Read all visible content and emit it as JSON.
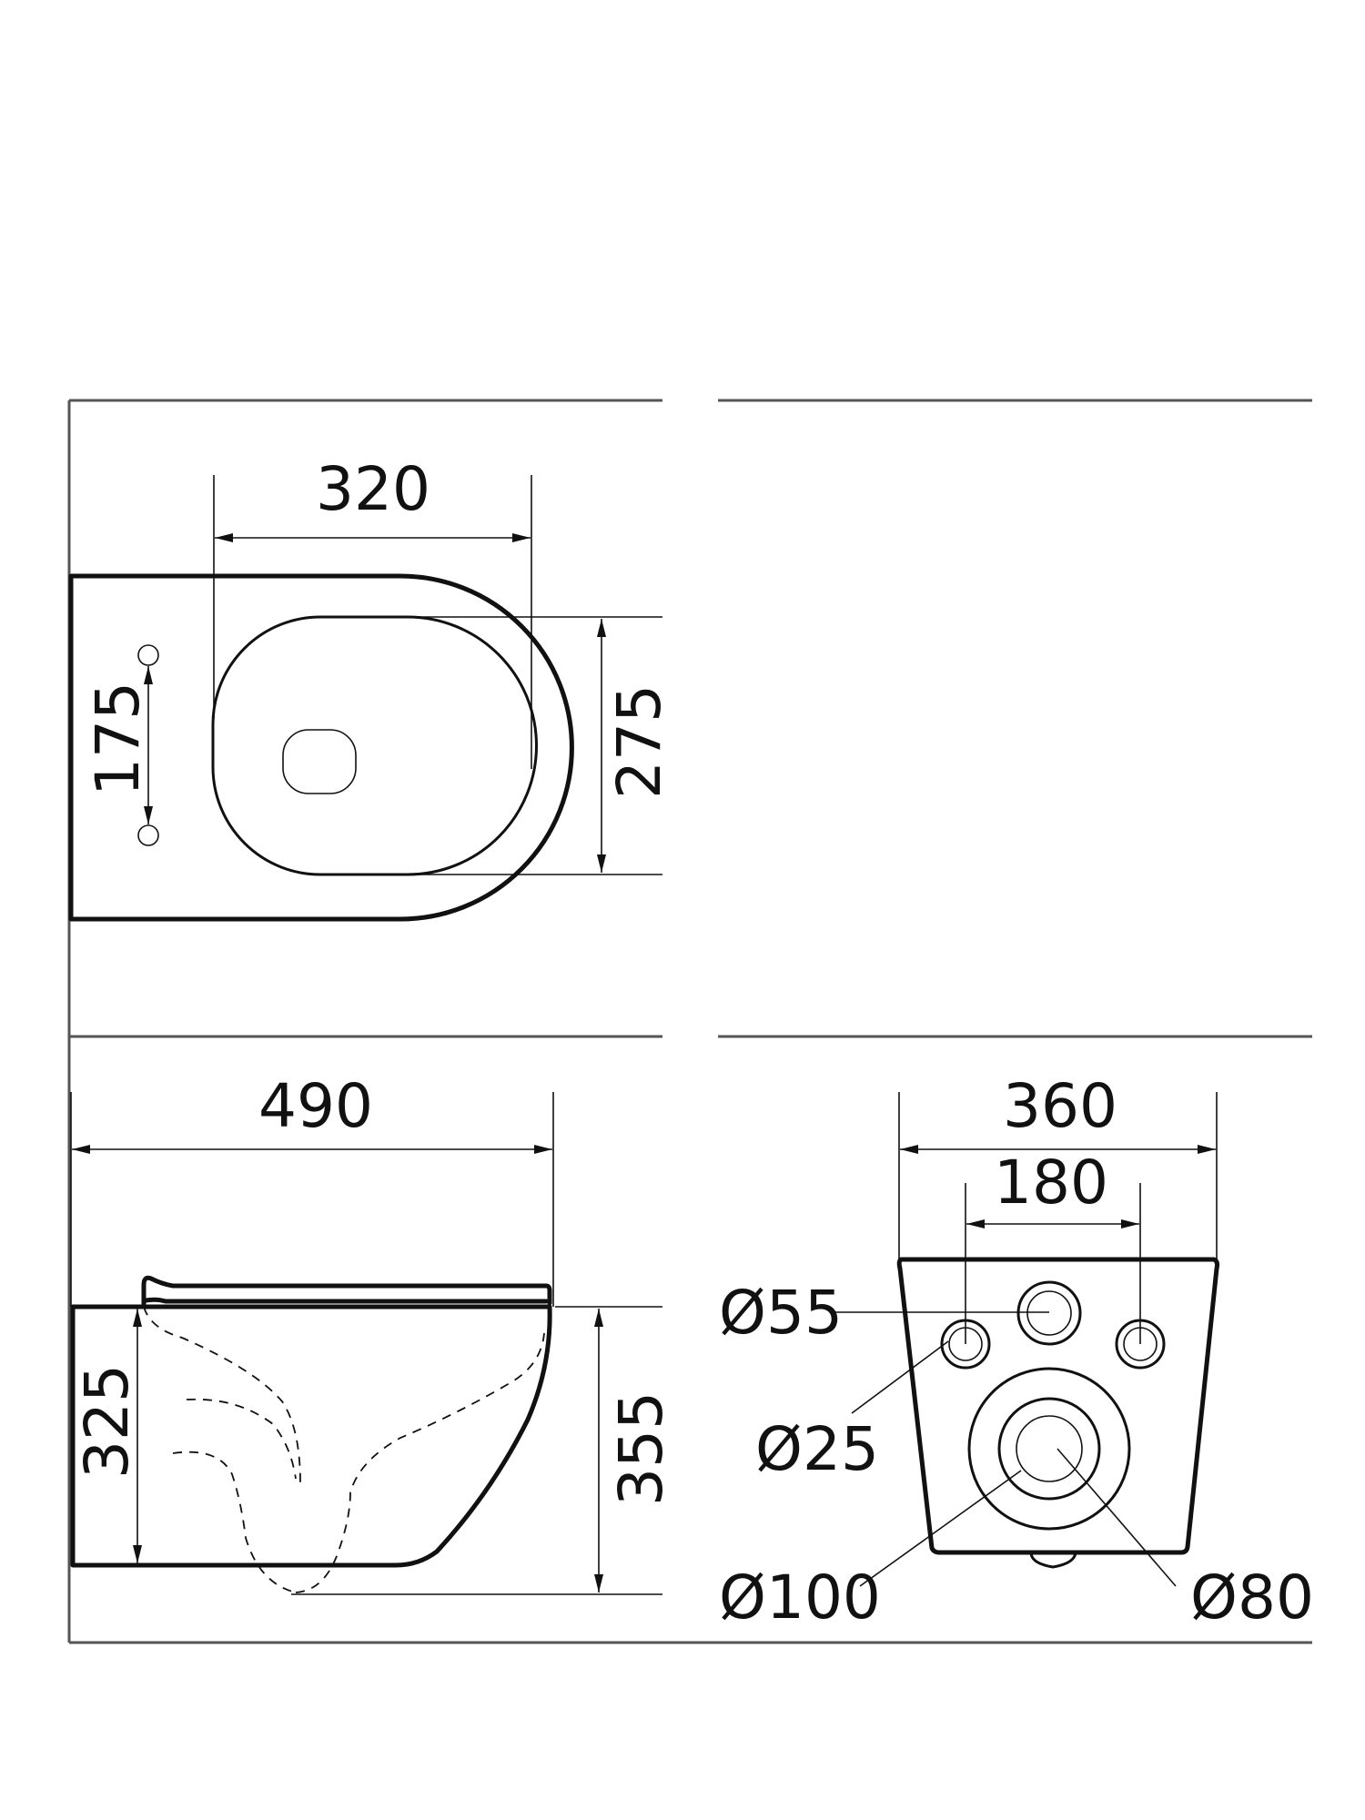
{
  "drawing": {
    "subject": "wall-hung toilet technical drawing",
    "units": "mm",
    "frame_color": "#555555",
    "line_color": "#111111",
    "background": "#ffffff"
  },
  "views": {
    "top": {
      "label": "top view",
      "dimensions": {
        "seat_width": "320",
        "bolt_spacing": "175",
        "seat_depth": "275"
      }
    },
    "side": {
      "label": "side view",
      "dimensions": {
        "overall_length": "490",
        "body_height": "325",
        "total_height": "355"
      }
    },
    "rear": {
      "label": "rear view",
      "dimensions": {
        "overall_width": "360",
        "bolt_spacing": "180",
        "water_inlet": "Ø55",
        "bolt_hole": "Ø25",
        "outlet_outer": "Ø100",
        "outlet_inner": "Ø80"
      }
    },
    "empty_panel": {
      "label": "blank top-right panel"
    }
  }
}
